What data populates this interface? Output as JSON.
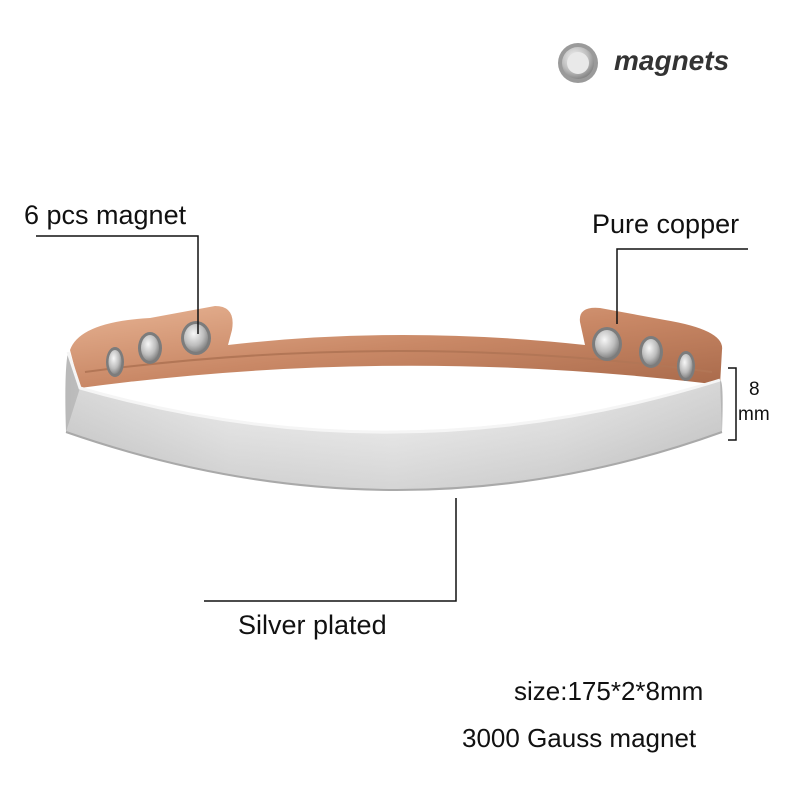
{
  "legend": {
    "icon": "magnet-dot-icon",
    "text": "magnets"
  },
  "callouts": {
    "magnet": "6 pcs magnet",
    "copper": "Pure copper",
    "silver": "Silver plated"
  },
  "dimension": {
    "value": "8",
    "unit": "mm"
  },
  "specs": {
    "size": "size:175*2*8mm",
    "gauss": "3000 Gauss magnet"
  },
  "colors": {
    "copper": "#c98866",
    "silver": "#d9d9d9",
    "line": "#111111"
  }
}
